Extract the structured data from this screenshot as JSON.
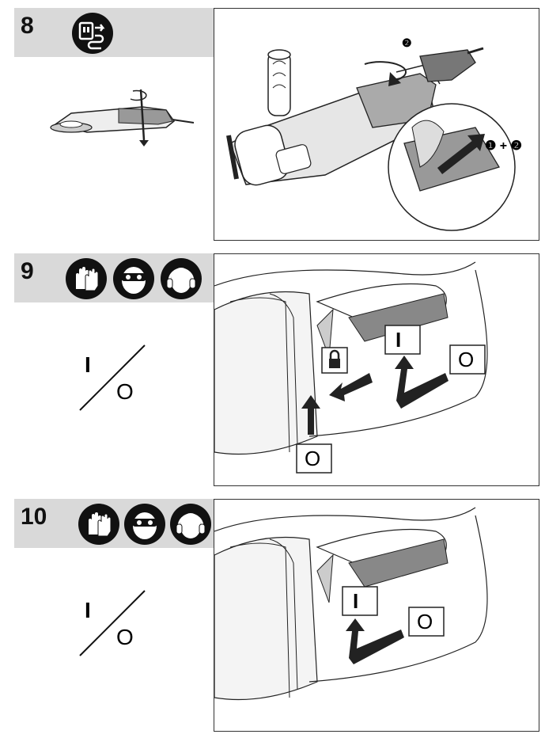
{
  "steps": [
    {
      "number": "8",
      "icons": [
        "unplug-icon"
      ],
      "callouts": {
        "rotate": "❷",
        "lever": "❶ + ❷"
      }
    },
    {
      "number": "9",
      "icons": [
        "gloves-icon",
        "eye-protection-icon",
        "ear-protection-icon"
      ],
      "switch_symbol": {
        "on": "I",
        "off": "O"
      },
      "labels": {
        "lock": "lock-icon",
        "on": "I",
        "off_right": "O",
        "off_bottom": "O"
      }
    },
    {
      "number": "10",
      "icons": [
        "gloves-icon",
        "eye-protection-icon",
        "ear-protection-icon"
      ],
      "switch_symbol": {
        "on": "I",
        "off": "O"
      },
      "labels": {
        "on": "I",
        "off": "O"
      }
    }
  ],
  "colors": {
    "header_bg": "#d9d9d9",
    "icon_bg": "#111111",
    "line": "#222222"
  }
}
